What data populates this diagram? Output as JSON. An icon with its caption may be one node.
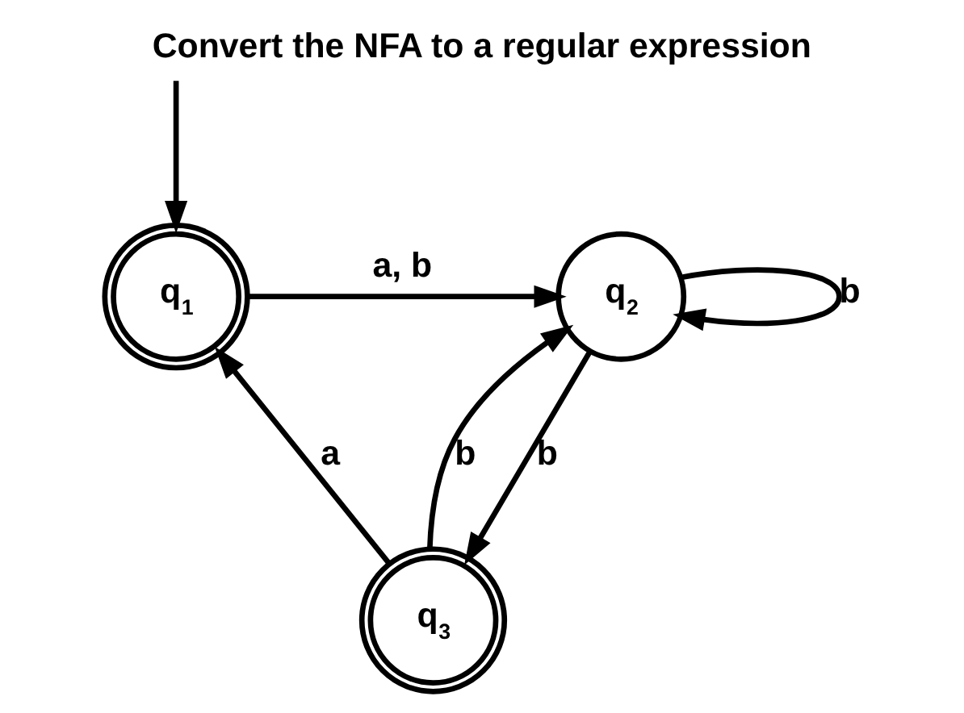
{
  "diagram": {
    "title": "Convert the NFA to a regular expression",
    "nodes": [
      {
        "text": [
          "q$_{1}$"
        ]
      },
      {
        "text": [
          "q$_{2}$"
        ]
      },
      {
        "text": [
          "q$_{3}$"
        ]
      }
    ],
    "edges": [
      {
        "from": null,
        "to": 0,
        "arrow": "to"
      },
      {
        "from": 0,
        "to": 1,
        "label": "a, b",
        "arrow": "to"
      },
      {
        "from": 1,
        "to": 1,
        "label": "b",
        "arrow": "to"
      },
      {
        "from": 1,
        "to": 2,
        "label": "b",
        "arrow": "to"
      },
      {
        "from": 2,
        "to": 1,
        "label": "b",
        "arrow": "to"
      },
      {
        "from": 2,
        "to": 0,
        "label": "a",
        "arrow": "to"
      }
    ]
  }
}
